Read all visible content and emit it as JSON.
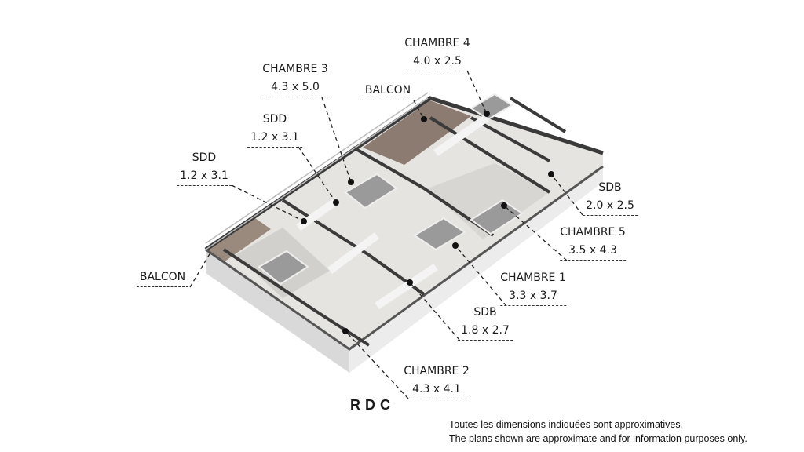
{
  "title": "RDC",
  "rooms": [
    {
      "name": "CHAMBRE 4",
      "dim": "4.0 x 2.5"
    },
    {
      "name": "CHAMBRE 3",
      "dim": "4.3 x 5.0"
    },
    {
      "name": "BALCON",
      "dim": ""
    },
    {
      "name": "SDD",
      "dim": "1.2 x 3.1"
    },
    {
      "name": "SDD",
      "dim": "1.2 x 3.1"
    },
    {
      "name": "BALCON",
      "dim": ""
    },
    {
      "name": "SDB",
      "dim": "2.0 x 2.5"
    },
    {
      "name": "CHAMBRE 5",
      "dim": "3.5 x 4.3"
    },
    {
      "name": "CHAMBRE 1",
      "dim": "3.3 x 3.7"
    },
    {
      "name": "SDB",
      "dim": "1.8 x 2.7"
    },
    {
      "name": "CHAMBRE 2",
      "dim": "4.3 x 4.1"
    }
  ],
  "disclaimer": {
    "fr": "Toutes les dimensions indiquées sont approximatives.",
    "en": "The plans shown are approximate and for information purposes only."
  }
}
